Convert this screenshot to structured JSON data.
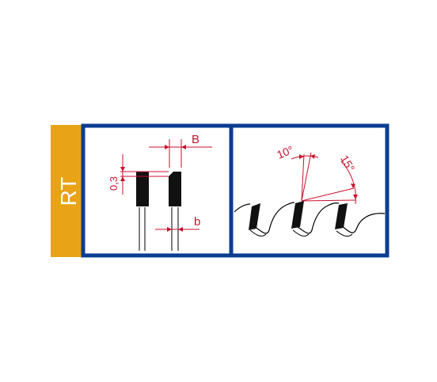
{
  "tag": {
    "label": "RT",
    "color": "#e8a317",
    "text_color": "#ffffff"
  },
  "frame": {
    "color": "#0b3d91"
  },
  "dimension_color": "#c8102e",
  "left_panel": {
    "dim_top": "B",
    "dim_side": "0,3",
    "dim_bottom": "b"
  },
  "right_panel": {
    "angle_top": "10°",
    "angle_side": "15°"
  }
}
